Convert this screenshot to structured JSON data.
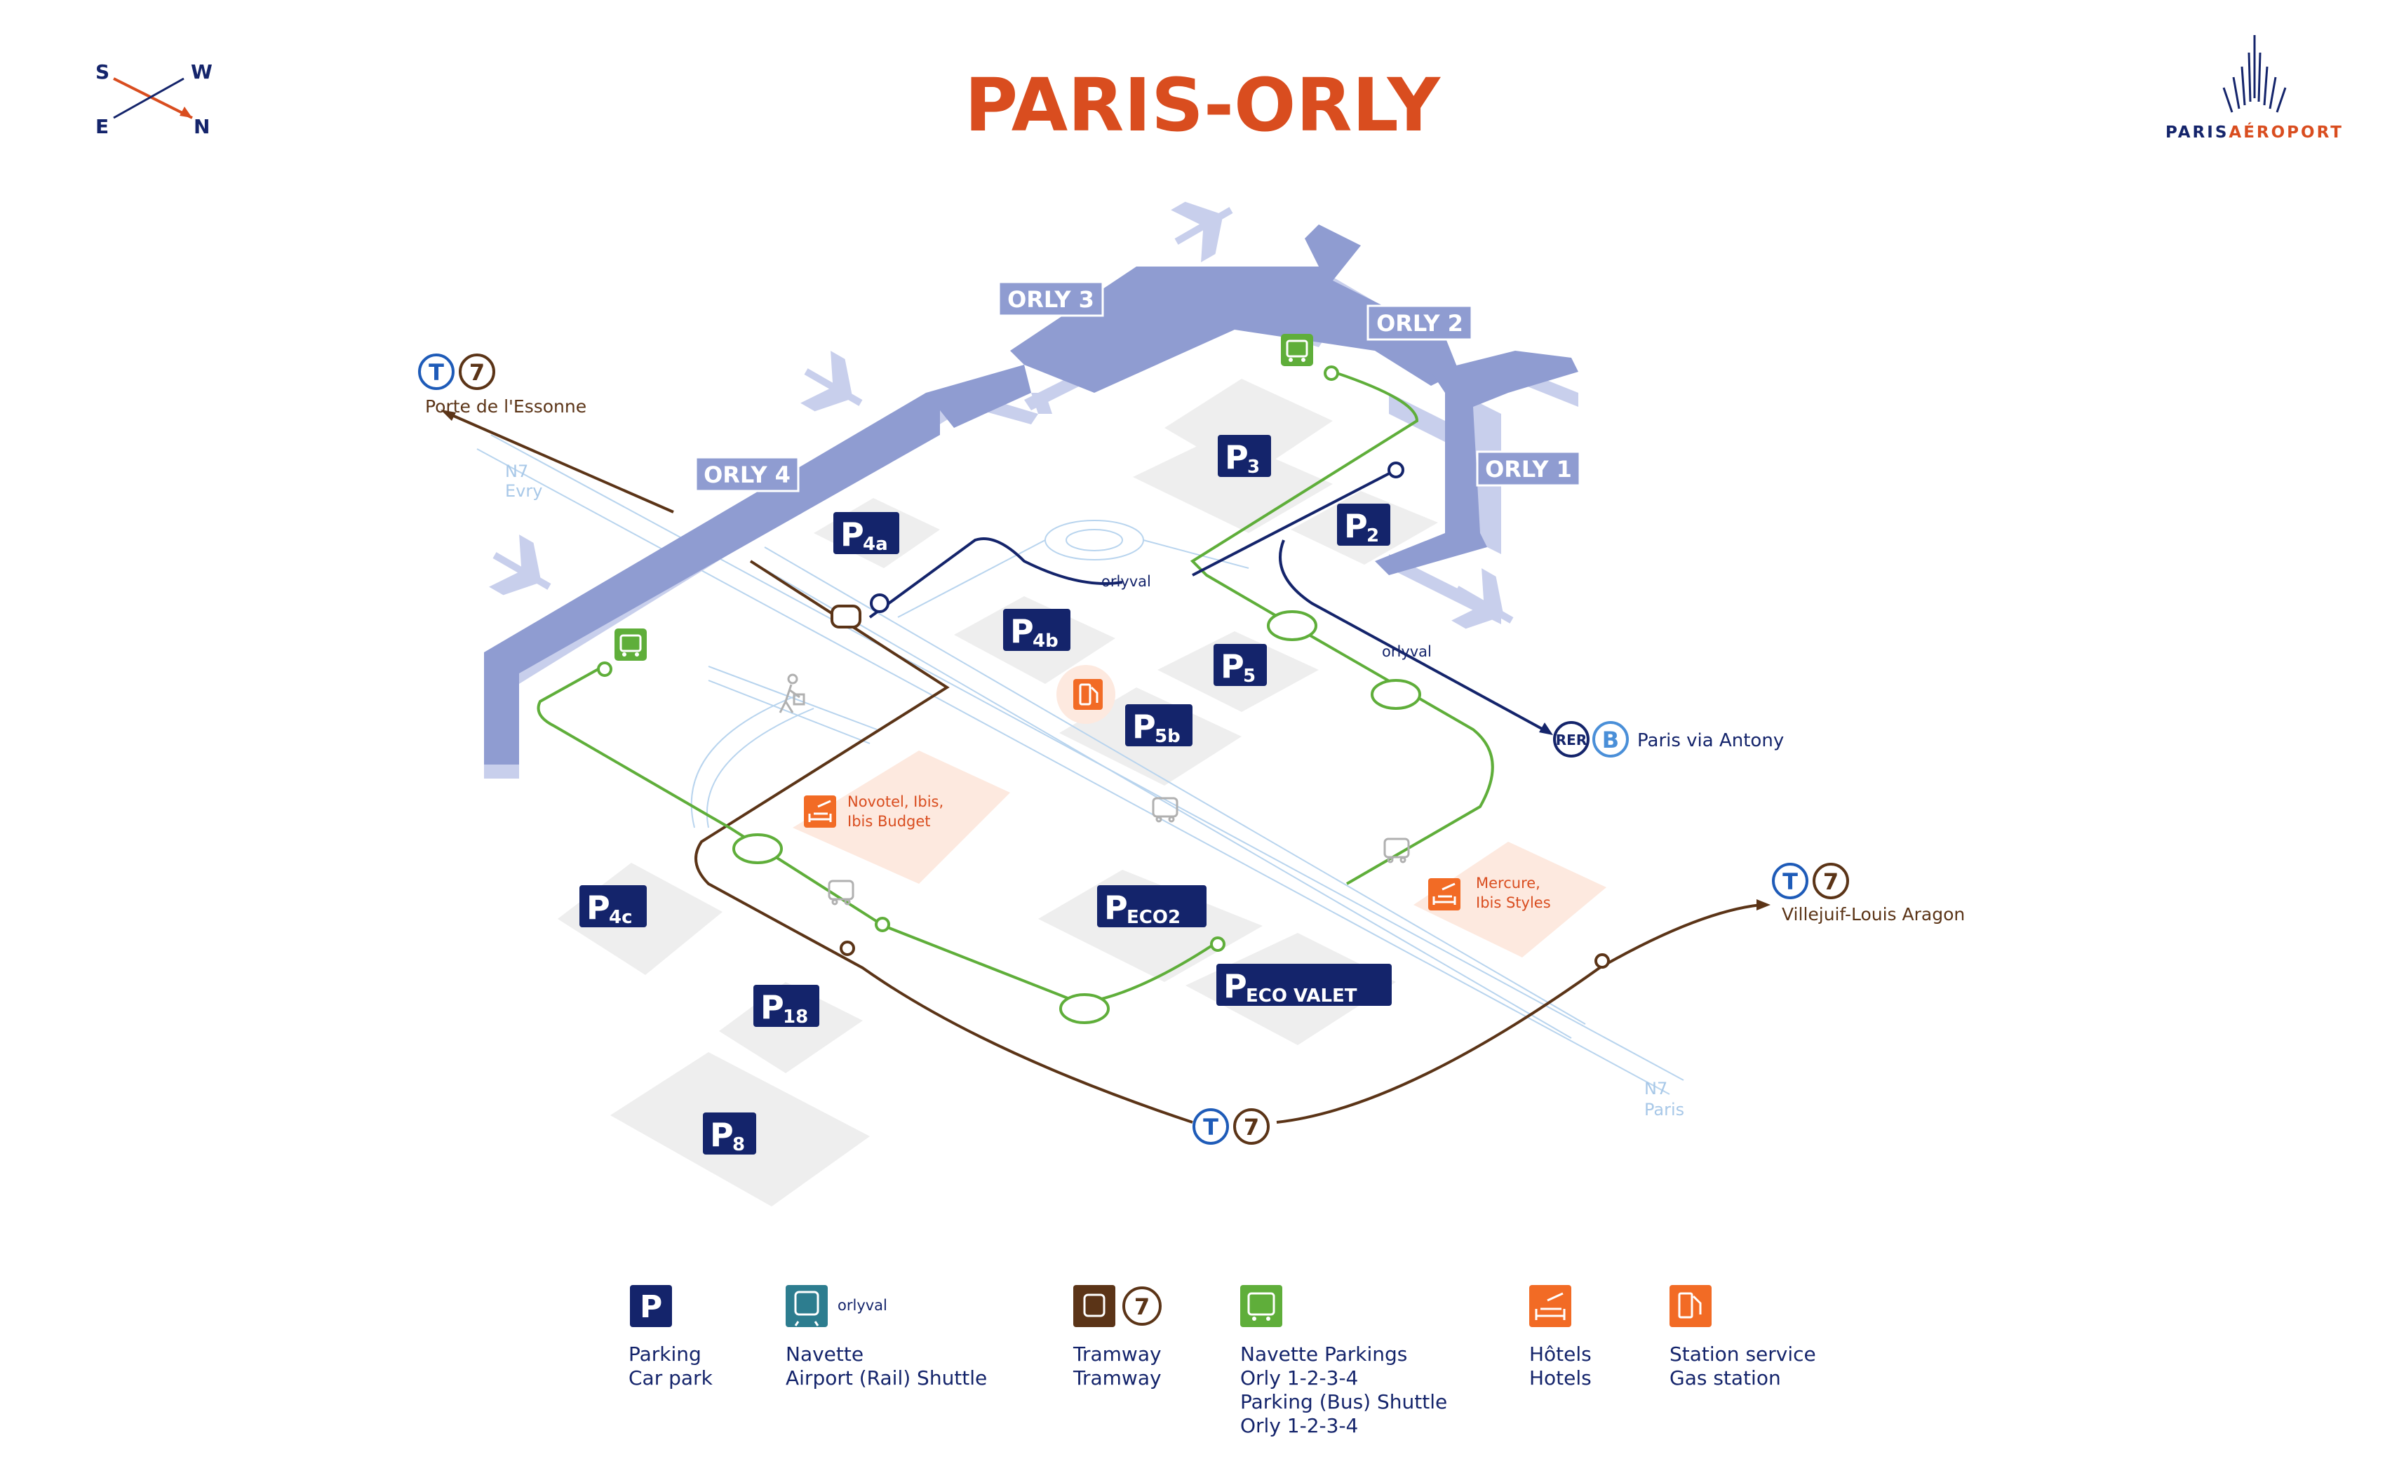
{
  "title": "PARIS-ORLY",
  "compass": {
    "s": "S",
    "w": "W",
    "e": "E",
    "n": "N"
  },
  "brand": {
    "part1": "PARIS",
    "part2": "AÉROPORT"
  },
  "terminals": {
    "orly1": "ORLY 1",
    "orly2": "ORLY 2",
    "orly3": "ORLY 3",
    "orly4": "ORLY 4"
  },
  "parkings": {
    "p2": {
      "letter": "P",
      "sub": "2"
    },
    "p3": {
      "letter": "P",
      "sub": "3"
    },
    "p4a": {
      "letter": "P",
      "sub": "4a"
    },
    "p4b": {
      "letter": "P",
      "sub": "4b"
    },
    "p4c": {
      "letter": "P",
      "sub": "4c"
    },
    "p5": {
      "letter": "P",
      "sub": "5"
    },
    "p5b": {
      "letter": "P",
      "sub": "5b"
    },
    "p8": {
      "letter": "P",
      "sub": "8"
    },
    "p18": {
      "letter": "P",
      "sub": "18"
    },
    "peco2": {
      "letter": "P",
      "sub": "ECO2"
    },
    "pecovalet": {
      "letter": "P",
      "sub": "ECO VALET"
    }
  },
  "badges": {
    "tram": "T",
    "line7": "7",
    "rer": "RER",
    "rerB": "B"
  },
  "orlyval": {
    "word": "orlyval"
  },
  "destinations": {
    "porte_essonne": "Porte de l'Essonne",
    "paris_antony": "Paris via Antony",
    "villejuif": "Villejuif-Louis Aragon"
  },
  "roads": {
    "n7_evry_1": "N7",
    "n7_evry_2": "Evry",
    "n7_paris_1": "N7",
    "n7_paris_2": "Paris"
  },
  "hotels": {
    "novotel_1": "Novotel, Ibis,",
    "novotel_2": "Ibis Budget",
    "mercure_1": "Mercure,",
    "mercure_2": "Ibis Styles"
  },
  "legend": {
    "parking": {
      "line1": "Parking",
      "line2": "Car park"
    },
    "navette": {
      "line1": "Navette",
      "line2": "Airport (Rail) Shuttle"
    },
    "tramway": {
      "line1": "Tramway",
      "line2": "Tramway"
    },
    "bus": {
      "line1": "Navette Parkings",
      "line2": "Orly 1-2-3-4",
      "line3": "Parking (Bus) Shuttle",
      "line4": "Orly 1-2-3-4"
    },
    "hotels": {
      "line1": "Hôtels",
      "line2": "Hotels"
    },
    "station": {
      "line1": "Station service",
      "line2": "Gas station"
    }
  },
  "colors": {
    "navy": "#14246b",
    "orange": "#d94d1f",
    "terminal": "#8f9cd1",
    "terminal_shadow": "#c8cfec",
    "tram": "#5b3417",
    "bus": "#5fae3a",
    "orlyval": "#14246b",
    "road": "#b8d4ee",
    "parking_area": "#eeeeee",
    "hotel_area": "#fde9df"
  }
}
